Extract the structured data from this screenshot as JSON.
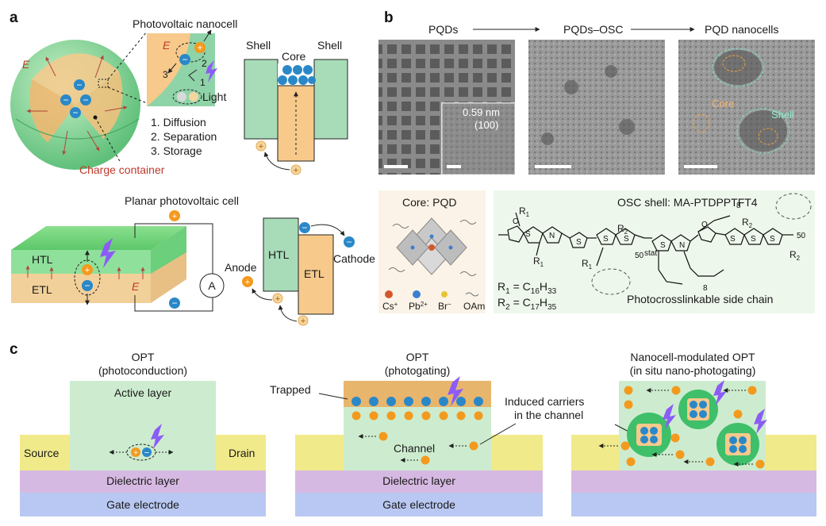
{
  "panels": {
    "a": "a",
    "b": "b",
    "c": "c"
  },
  "panel_a": {
    "nanocell_title": "Photovoltaic nanocell",
    "field_label": "E",
    "light_label": "Light",
    "steps": [
      "1. Diffusion",
      "2. Separation",
      "3. Storage"
    ],
    "step_marks": [
      "1",
      "2",
      "3"
    ],
    "charge_container": "Charge container",
    "shell_left": "Shell",
    "shell_right": "Shell",
    "core": "Core",
    "planar_title": "Planar photovoltaic cell",
    "htl": "HTL",
    "etl": "ETL",
    "ammeter": "A",
    "anode": "Anode",
    "cathode": "Cathode",
    "minus": "−",
    "plus": "+"
  },
  "panel_b": {
    "flow": [
      "PQDs",
      "PQDs–OSC",
      "PQD nanocells"
    ],
    "lattice": "0.59 nm",
    "plane": "(100)",
    "core_tag": "Core",
    "shell_tag": "Shell",
    "core_box_title": "Core: PQD",
    "legend": [
      "Cs",
      "Pb",
      "Br",
      "OAm"
    ],
    "legend_sup": [
      "+",
      "2+",
      "−",
      ""
    ],
    "osc_title": "OSC shell: MA-PTDPPTFT4",
    "r1": "R",
    "r1_sub": "1",
    "r2": "R",
    "r2_sub": "2",
    "r1_def": "= C",
    "r1_def_sub": "16",
    "r1_def_tail": "H",
    "r1_def_sub2": "33",
    "r2_def_sub": "17",
    "r2_def_sub2": "35",
    "stat": "stat",
    "n50": "50",
    "n8": "8",
    "atom_s": "S",
    "atom_o": "O",
    "atom_n": "N",
    "side_chain": "Photocrosslinkable side chain"
  },
  "panel_c": {
    "col1_title": [
      "OPT",
      "(photoconduction)"
    ],
    "col2_title": [
      "OPT",
      "(photogating)"
    ],
    "col3_title": [
      "Nanocell-modulated OPT",
      "(in situ nano-photogating)"
    ],
    "active_layer": "Active layer",
    "source": "Source",
    "drain": "Drain",
    "dielectric": "Dielectric layer",
    "gate": "Gate electrode",
    "trapped": "Trapped",
    "channel": "Channel",
    "induced": [
      "Induced carriers",
      "in the channel"
    ]
  },
  "colors": {
    "green_shell": "#8fd3a8",
    "orange_core": "#f7c98b",
    "electron": "#2a88c8",
    "hole": "#f39a1e",
    "source_drain": "#f1ea8a",
    "dielectric": "#d6b9e2",
    "gate": "#b9c8f2",
    "layer_green": "#cdeccf"
  }
}
